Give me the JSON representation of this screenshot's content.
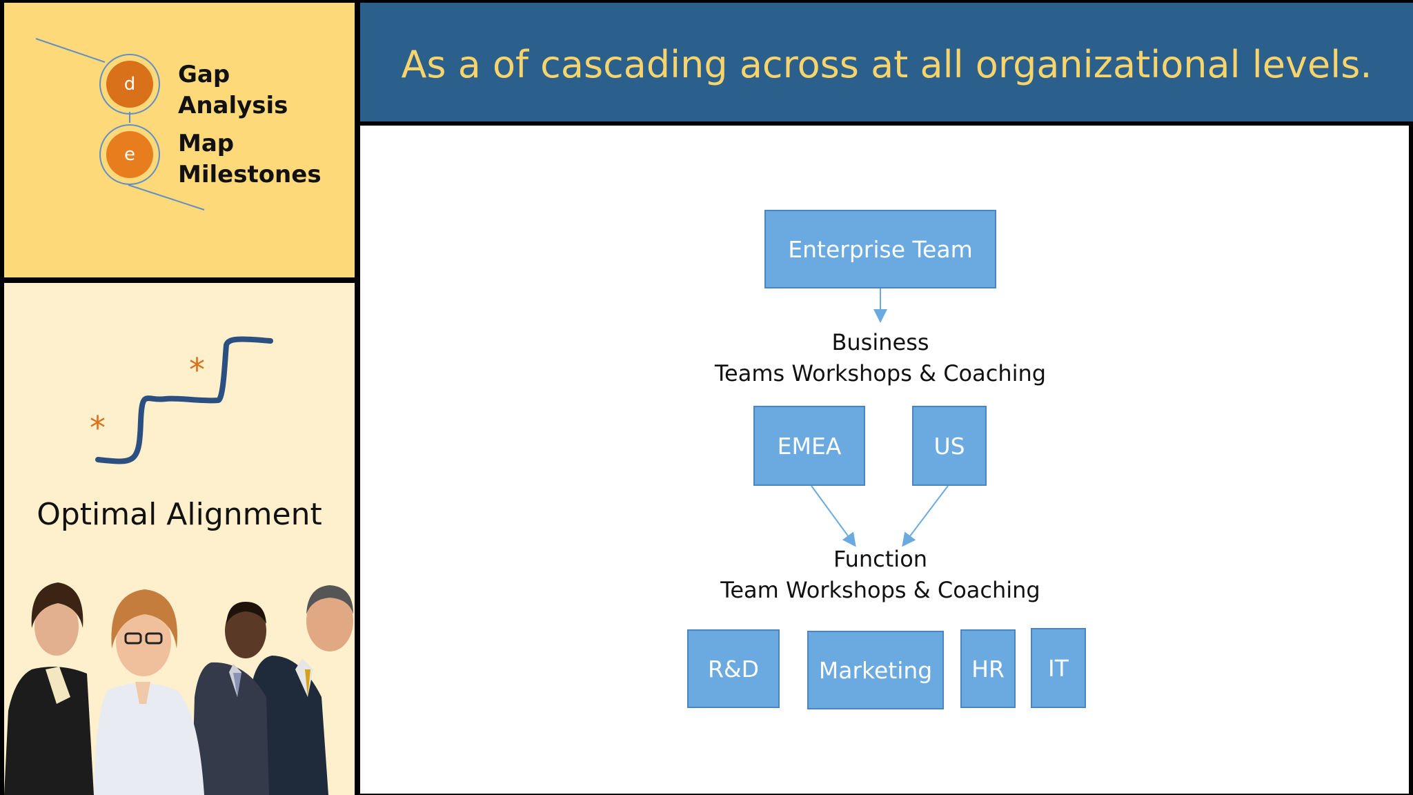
{
  "sidebar": {
    "steps": [
      {
        "letter": "d",
        "label_line1": "Gap",
        "label_line2": "Analysis",
        "color": "#d9701a"
      },
      {
        "letter": "e",
        "label_line1": "Map",
        "label_line2": "Milestones",
        "color": "#e87d1e"
      }
    ],
    "optimal_title": "Optimal Alignment"
  },
  "header": {
    "title": "As a of cascading across at all organizational levels."
  },
  "diagram": {
    "top_box": "Enterprise Team",
    "level1_line1": "Business",
    "level1_line2": "Teams Workshops & Coaching",
    "regions": [
      "EMEA",
      "US"
    ],
    "level2_line1": "Function",
    "level2_line2": "Team Workshops & Coaching",
    "functions": [
      "R&D",
      "Marketing",
      "HR",
      "IT"
    ]
  },
  "colors": {
    "accent_blue": "#2b5f8c",
    "box_fill": "#6aaae0",
    "header_text": "#f7d46c",
    "orange": "#e87d1e"
  }
}
